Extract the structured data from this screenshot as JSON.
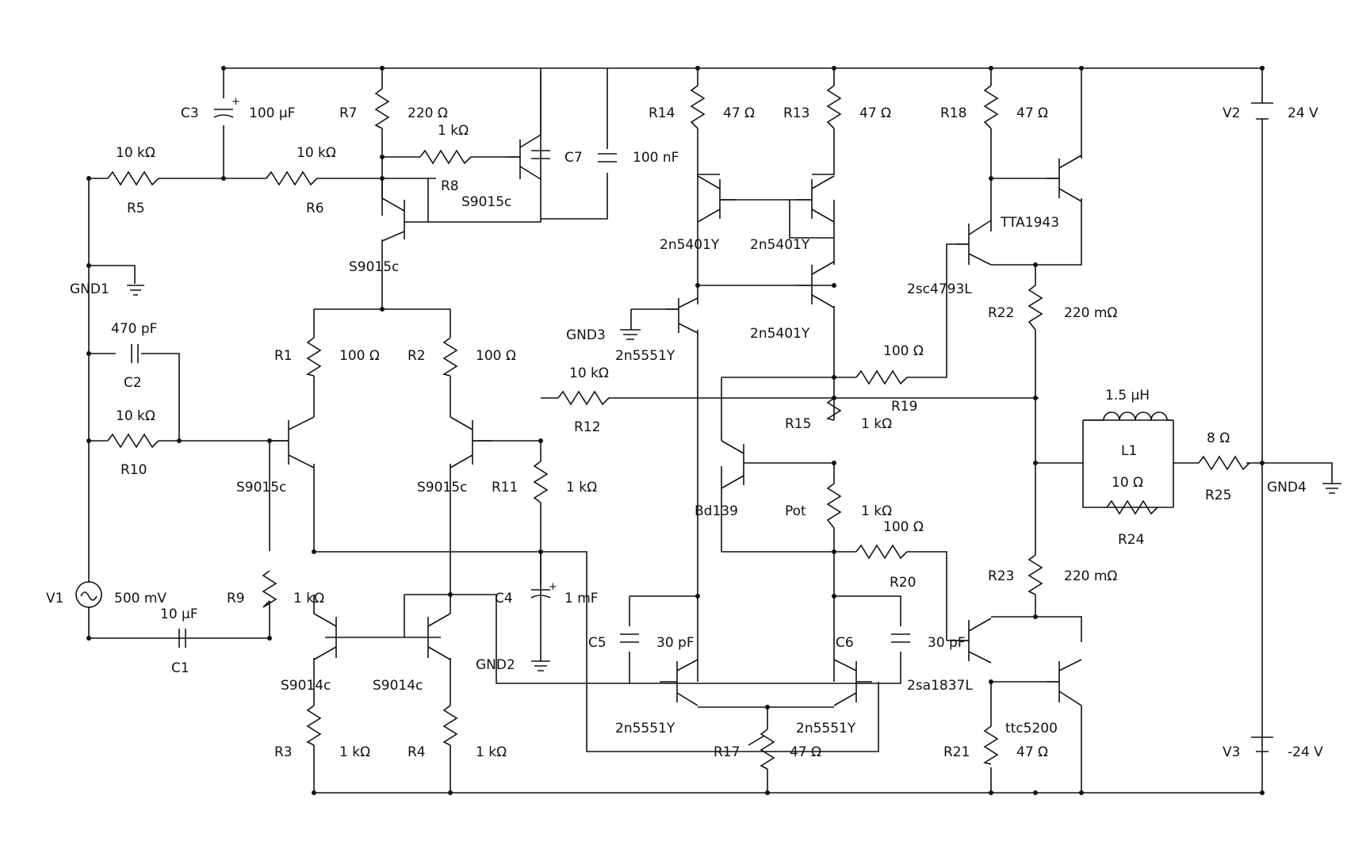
{
  "schematic": {
    "components": [
      {
        "ref": "R5",
        "value": "10 kΩ"
      },
      {
        "ref": "R6",
        "value": "10 kΩ"
      },
      {
        "ref": "C3",
        "value": "100 µF"
      },
      {
        "ref": "R7",
        "value": "220 Ω"
      },
      {
        "ref": "R8",
        "value": "1 kΩ"
      },
      {
        "ref": "C7",
        "value": "100 nF"
      },
      {
        "ref": "R14",
        "value": "47 Ω"
      },
      {
        "ref": "R13",
        "value": "47 Ω"
      },
      {
        "ref": "R18",
        "value": "47 Ω"
      },
      {
        "ref": "V2",
        "value": "24 V"
      },
      {
        "ref": "GND1",
        "value": ""
      },
      {
        "ref": "C2",
        "value": "470 pF"
      },
      {
        "ref": "R10",
        "value": "10 kΩ"
      },
      {
        "ref": "R1",
        "value": "100 Ω"
      },
      {
        "ref": "R2",
        "value": "100 Ω"
      },
      {
        "ref": "GND3",
        "value": ""
      },
      {
        "ref": "R12",
        "value": "10 kΩ"
      },
      {
        "ref": "R19",
        "value": "100 Ω"
      },
      {
        "ref": "R22",
        "value": "220 mΩ"
      },
      {
        "ref": "R15",
        "value": "1 kΩ"
      },
      {
        "ref": "Pot",
        "value": "1 kΩ"
      },
      {
        "ref": "R11",
        "value": "1 kΩ"
      },
      {
        "ref": "L1",
        "value": "1.5 µH"
      },
      {
        "ref": "R24",
        "value": "10 Ω"
      },
      {
        "ref": "R25",
        "value": "8 Ω"
      },
      {
        "ref": "GND4",
        "value": ""
      },
      {
        "ref": "V1",
        "value": "500 mV"
      },
      {
        "ref": "R9",
        "value": "1 kΩ"
      },
      {
        "ref": "C1",
        "value": "10 µF"
      },
      {
        "ref": "C4",
        "value": "1 mF"
      },
      {
        "ref": "GND2",
        "value": ""
      },
      {
        "ref": "R20",
        "value": "100 Ω"
      },
      {
        "ref": "R23",
        "value": "220 mΩ"
      },
      {
        "ref": "C5",
        "value": "30 pF"
      },
      {
        "ref": "C6",
        "value": "30 pF"
      },
      {
        "ref": "R3",
        "value": "1 kΩ"
      },
      {
        "ref": "R4",
        "value": "1 kΩ"
      },
      {
        "ref": "R17",
        "value": "47 Ω"
      },
      {
        "ref": "R21",
        "value": "47 Ω"
      },
      {
        "ref": "V3",
        "value": "-24 V"
      }
    ],
    "transistors": [
      "S9015c",
      "S9015c",
      "S9015c",
      "S9015c",
      "2n5401Y",
      "2n5401Y",
      "2n5401Y",
      "TTA1943",
      "2sc4793L",
      "2n5551Y",
      "Bd139",
      "S9014c",
      "S9014c",
      "2n5551Y",
      "2n5551Y",
      "2sa1837L",
      "ttc5200"
    ]
  }
}
